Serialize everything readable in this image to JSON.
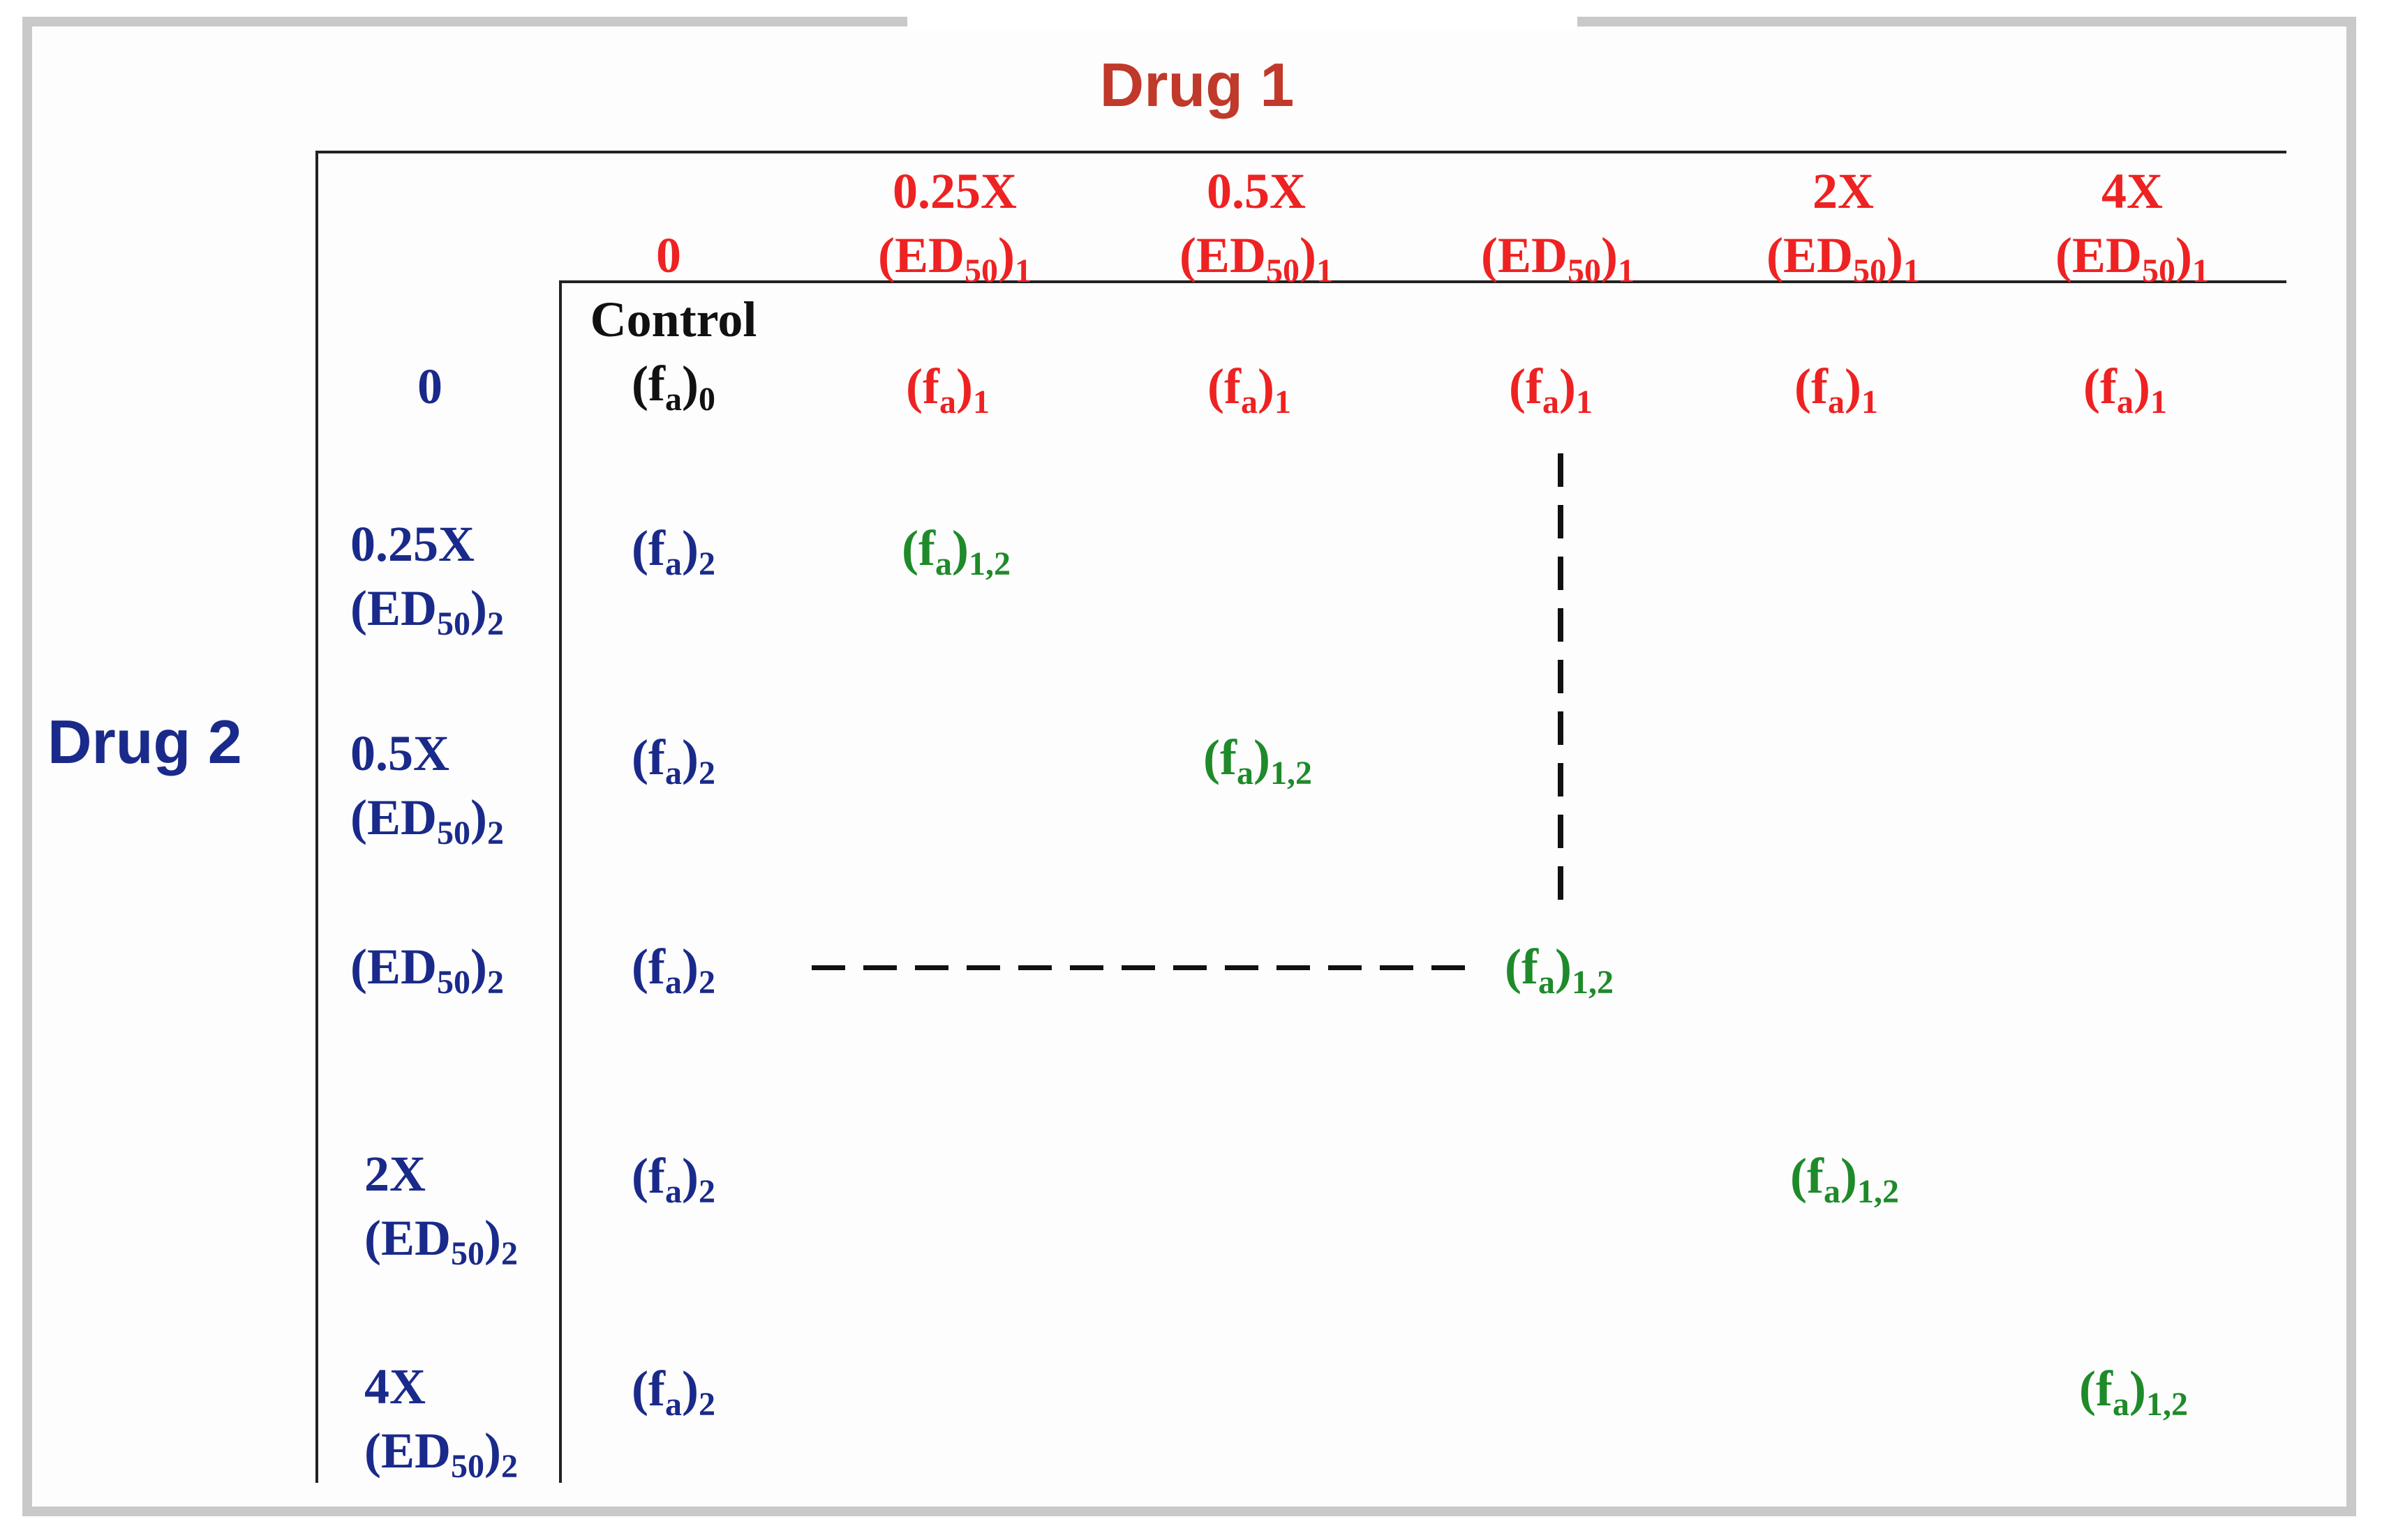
{
  "diagram": {
    "drug1_title": "Drug 1",
    "drug2_title": "Drug 2",
    "fa_text": "f",
    "fa_sub": "a",
    "ed_text": "ED",
    "ed_sub": "50",
    "control_label": "Control",
    "columns": [
      {
        "line1": "",
        "line2": "0"
      },
      {
        "line1": "0.25X",
        "line2": "(ED50)1",
        "sub": "1"
      },
      {
        "line1": "0.5X",
        "line2": "(ED50)1",
        "sub": "1"
      },
      {
        "line1": "",
        "line2": "(ED50)1",
        "sub": "1"
      },
      {
        "line1": "2X",
        "line2": "(ED50)1",
        "sub": "1"
      },
      {
        "line1": "4X",
        "line2": "(ED50)1",
        "sub": "1"
      }
    ],
    "rows": [
      {
        "line1": "",
        "line2": "0"
      },
      {
        "line1": "0.25X",
        "line2": "(ED50)2",
        "sub": "2"
      },
      {
        "line1": "0.5X",
        "line2": "(ED50)2",
        "sub": "2"
      },
      {
        "line1": "",
        "line2": "(ED50)2",
        "sub": "2"
      },
      {
        "line1": "2X",
        "line2": "(ED50)2",
        "sub": "2"
      },
      {
        "line1": "4X",
        "line2": "(ED50)2",
        "sub": "2"
      }
    ],
    "cells": {
      "control": "0",
      "drug1_only": "1",
      "drug2_only": "2",
      "combination": "1,2"
    },
    "colors": {
      "drug1_title": "#c0392b",
      "drug1": "#ee2222",
      "drug2": "#1a2a8a",
      "combo": "#1f8a2a",
      "control": "#111111"
    }
  }
}
